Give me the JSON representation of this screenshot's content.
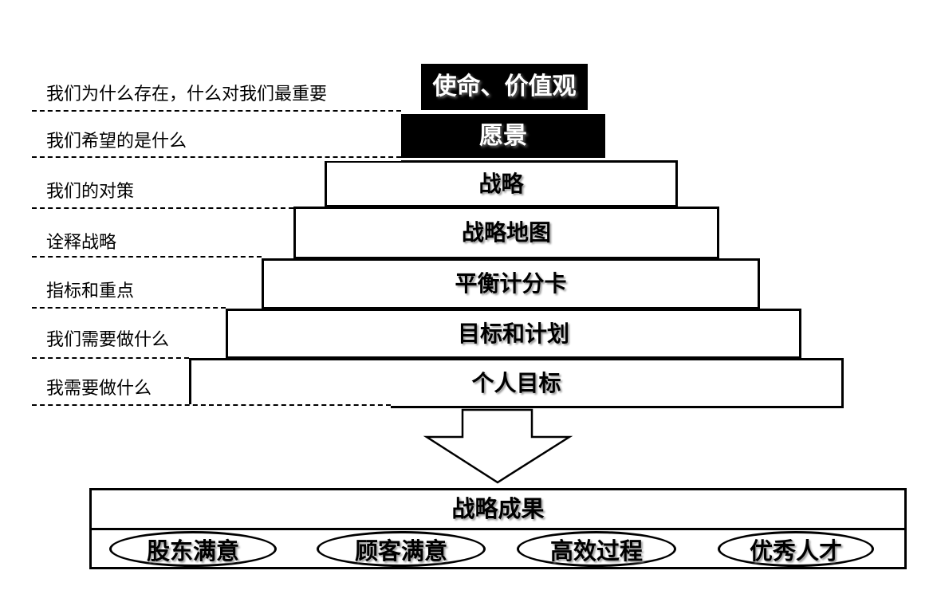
{
  "left_labels": [
    {
      "text": "我们为什么存在，什么对我们最重要"
    },
    {
      "text": "我们希望的是什么"
    },
    {
      "text": "我们的对策"
    },
    {
      "text": "诠释战略"
    },
    {
      "text": "指标和重点"
    },
    {
      "text": "我们需要做什么"
    },
    {
      "text": "我需要做什么"
    }
  ],
  "pyramid": {
    "levels": [
      {
        "label": "使命、价值观",
        "style": "black"
      },
      {
        "label": "愿景",
        "style": "black"
      },
      {
        "label": "战略",
        "style": "white"
      },
      {
        "label": "战略地图",
        "style": "white"
      },
      {
        "label": "平衡计分卡",
        "style": "white"
      },
      {
        "label": "目标和计划",
        "style": "white"
      },
      {
        "label": "个人目标",
        "style": "white"
      }
    ]
  },
  "outcomes": {
    "title": "战略成果",
    "items": [
      {
        "label": "股东满意"
      },
      {
        "label": "顾客满意"
      },
      {
        "label": "高效过程"
      },
      {
        "label": "优秀人才"
      }
    ]
  },
  "colors": {
    "background": "#ffffff",
    "black_level_bg": "#000000",
    "black_level_text": "#ffffff",
    "border": "#000000",
    "text": "#000000"
  }
}
